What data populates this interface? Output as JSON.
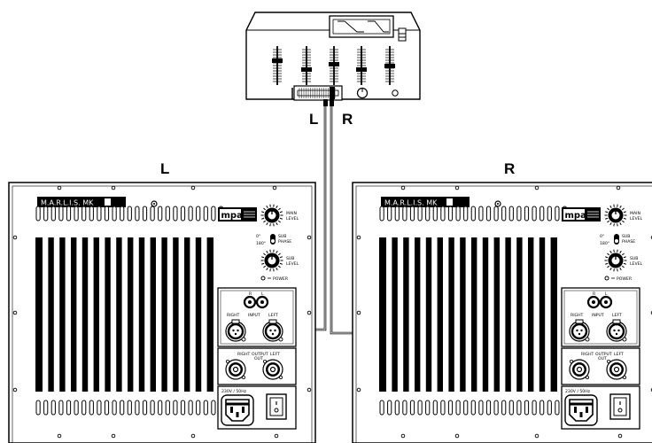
{
  "mixer": {
    "channel_labels": {
      "left": "L",
      "right": "R"
    }
  },
  "speakers": [
    {
      "id": "left",
      "side_label": "L",
      "model_label": "M.A.R.L.I.S. MK",
      "brand": "mpa",
      "controls": {
        "main_level": [
          "MAIN",
          "LEVEL"
        ],
        "phase_values": [
          "0°",
          "180°"
        ],
        "phase_label": [
          "SUB",
          "PHASE"
        ],
        "sub_level": [
          "SUB",
          "LEVEL"
        ],
        "power": "POWER"
      },
      "input_panel": {
        "top_left": "R",
        "top_right": "L",
        "right": "RIGHT",
        "input": "INPUT",
        "left": "LEFT"
      },
      "output_panel": {
        "right": "RIGHT",
        "output": "OUTPUT",
        "out_sub": "OUT",
        "left": "LEFT"
      },
      "mains_label": "230V / 50Hz"
    },
    {
      "id": "right",
      "side_label": "R",
      "model_label": "M.A.R.L.I.S. MK",
      "brand": "mpa",
      "controls": {
        "main_level": [
          "MAIN",
          "LEVEL"
        ],
        "phase_values": [
          "0°",
          "180°"
        ],
        "phase_label": [
          "SUB",
          "PHASE"
        ],
        "sub_level": [
          "SUB",
          "LEVEL"
        ],
        "power": "POWER"
      },
      "input_panel": {
        "top_left": "R",
        "top_right": "L",
        "right": "RIGHT",
        "input": "INPUT",
        "left": "LEFT"
      },
      "output_panel": {
        "right": "RIGHT",
        "output": "OUTPUT",
        "out_sub": "OUT",
        "left": "LEFT"
      },
      "mains_label": "230V / 50Hz"
    }
  ]
}
